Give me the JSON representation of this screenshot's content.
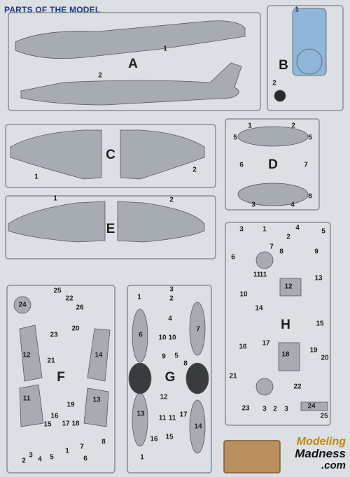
{
  "heading": "PARTS OF THE MODEL",
  "sprues": {
    "A": {
      "letter": "A",
      "parts": [
        "1",
        "2"
      ]
    },
    "B": {
      "letter": "B",
      "parts": [
        "1",
        "2"
      ]
    },
    "C": {
      "letter": "C",
      "parts": [
        "1",
        "2"
      ]
    },
    "D": {
      "letter": "D",
      "parts": [
        "1",
        "2",
        "3",
        "4",
        "5",
        "5",
        "6",
        "7",
        "8"
      ]
    },
    "E": {
      "letter": "E",
      "parts": [
        "1",
        "2"
      ]
    },
    "F": {
      "letter": "F",
      "parts": [
        "25",
        "24",
        "26",
        "22",
        "20",
        "23",
        "21",
        "12",
        "14",
        "11",
        "13",
        "19",
        "16",
        "15",
        "18",
        "17",
        "7",
        "6",
        "2",
        "3",
        "4",
        "5",
        "1",
        "8"
      ]
    },
    "G": {
      "letter": "G",
      "parts": [
        "1",
        "3",
        "2",
        "4",
        "6",
        "7",
        "10",
        "10",
        "9",
        "8",
        "5",
        "12",
        "11",
        "11",
        "17",
        "13",
        "15",
        "16",
        "14",
        "1"
      ]
    },
    "H": {
      "letter": "H",
      "parts": [
        "3",
        "1",
        "2",
        "4",
        "5",
        "7",
        "8",
        "9",
        "6",
        "11",
        "11",
        "12",
        "13",
        "10",
        "14",
        "15",
        "16",
        "17",
        "18",
        "19",
        "20",
        "21",
        "22",
        "23",
        "24",
        "25",
        "3",
        "2",
        "3"
      ]
    }
  },
  "watermark": {
    "line1_a": "Modeling",
    "line1_b": "",
    "line2": "Madness",
    "line3": ".com"
  },
  "colors": {
    "heading": "#1f3a7a",
    "part_gray": "#a7abb2",
    "sprue": "#8a8d94",
    "canopy": "#8fb6d8",
    "background": "#dcdfe4",
    "etch": "#b98f5e"
  }
}
